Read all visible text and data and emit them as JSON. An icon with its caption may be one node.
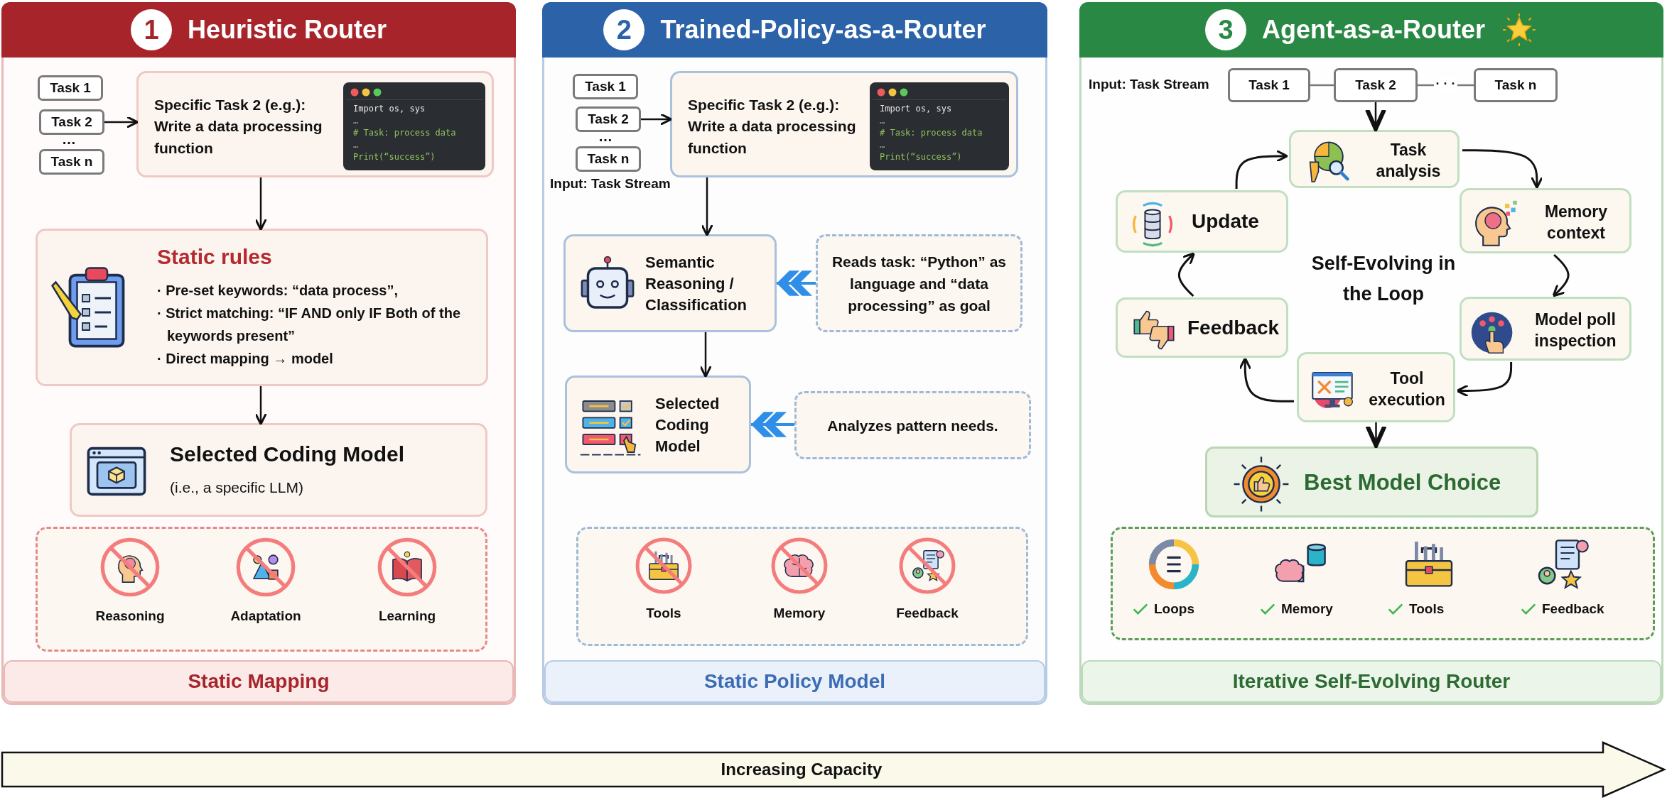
{
  "diagram": {
    "nodes": [
      {
        "text": [
          "1",
          "Heuristic Router"
        ]
      },
      {
        "text": [
          "Task 1"
        ],
        "in": 0
      },
      {
        "text": [
          "Task 2"
        ],
        "in": 0
      },
      {
        "text": [
          "Task n"
        ],
        "in": 0
      },
      {
        "text": [
          "Specific Task 2 (e.g.): Write a data processing function"
        ],
        "in": 0
      },
      {
        "text": [
          "Import os, sys",
          "…",
          "# Task: process data",
          "…",
          "Print(“success”)"
        ],
        "in": 4
      },
      {
        "text": [
          "Static rules",
          "· Pre-set keywords: “data process”,",
          "· Strict matching: “IF AND only IF Both of the keywords present”",
          "· Direct mapping → model"
        ],
        "in": 0
      },
      {
        "text": [
          "Selected Coding Model",
          "(i.e., a specific LLM)"
        ],
        "in": 0
      },
      {
        "text": [
          "Reasoning",
          "Adaptation",
          "Learning"
        ],
        "in": 0
      },
      {
        "text": [
          "Static Mapping"
        ],
        "in": 0
      },
      {
        "text": [
          "2",
          "Trained-Policy-as-a-Router"
        ]
      },
      {
        "text": [
          "Task 1"
        ],
        "in": 10
      },
      {
        "text": [
          "Task 2"
        ],
        "in": 10
      },
      {
        "text": [
          "Task n"
        ],
        "in": 10
      },
      {
        "text": [
          "Specific Task 2 (e.g.): Write a data processing function"
        ],
        "in": 10
      },
      {
        "text": [
          "Import os, sys",
          "…",
          "# Task: process data",
          "…",
          "Print(“success”)"
        ],
        "in": 14
      },
      {
        "text": [
          "Semantic Reasoning / Classification"
        ],
        "in": 10
      },
      {
        "text": [
          "Reads task: “Python” as language and “data processing” as goal"
        ],
        "in": 10
      },
      {
        "text": [
          "Selected Coding Model"
        ],
        "in": 10
      },
      {
        "text": [
          "Analyzes pattern needs."
        ],
        "in": 10
      },
      {
        "text": [
          "Tools",
          "Memory",
          "Feedback"
        ],
        "in": 10
      },
      {
        "text": [
          "Static Policy Model"
        ],
        "in": 10
      },
      {
        "text": [
          "3",
          "Agent-as-a-Router"
        ]
      },
      {
        "text": [
          "Task 1"
        ],
        "in": 22
      },
      {
        "text": [
          "Task 2"
        ],
        "in": 22
      },
      {
        "text": [
          "Task n"
        ],
        "in": 22
      },
      {
        "text": [
          "Task analysis"
        ],
        "in": 22
      },
      {
        "text": [
          "Memory context"
        ],
        "in": 22
      },
      {
        "text": [
          "Model poll inspection"
        ],
        "in": 22
      },
      {
        "text": [
          "Tool execution"
        ],
        "in": 22
      },
      {
        "text": [
          "Feedback"
        ],
        "in": 22
      },
      {
        "text": [
          "Update"
        ],
        "in": 22
      },
      {
        "text": [
          "Best Model Choice"
        ],
        "in": 22
      },
      {
        "text": [
          "Loops",
          "Memory",
          "Tools",
          "Feedback"
        ],
        "in": 22
      },
      {
        "text": [
          "Iterative Self-Evolving Router"
        ],
        "in": 22
      },
      {
        "text": [
          "Increasing Capacity"
        ]
      }
    ],
    "edges": [
      {
        "from": 2,
        "to": 4,
        "arrow": "to"
      },
      {
        "from": 4,
        "to": 6,
        "arrow": "to"
      },
      {
        "from": 6,
        "to": 7,
        "arrow": "to"
      },
      {
        "from": 12,
        "to": 14,
        "arrow": "to"
      },
      {
        "from": 14,
        "to": 16,
        "arrow": "to"
      },
      {
        "from": 17,
        "to": 16,
        "arrow": "to",
        "color": "#2f8fe8"
      },
      {
        "from": 16,
        "to": 18,
        "arrow": "to"
      },
      {
        "from": 19,
        "to": 18,
        "arrow": "to",
        "color": "#2f8fe8"
      },
      {
        "from": 23,
        "to": 24,
        "arrow": "none",
        "color": "#7a7a7a"
      },
      {
        "from": 24,
        "to": 25,
        "arrow": "none",
        "color": "#7a7a7a",
        "label": "· · ·"
      },
      {
        "from": 24,
        "to": 26,
        "arrow": "to"
      },
      {
        "from": 26,
        "to": 27,
        "arrow": "to"
      },
      {
        "from": 27,
        "to": 28,
        "arrow": "to"
      },
      {
        "from": 28,
        "to": 29,
        "arrow": "to"
      },
      {
        "from": 29,
        "to": 30,
        "arrow": "to"
      },
      {
        "from": 30,
        "to": 31,
        "arrow": "to"
      },
      {
        "from": 31,
        "to": 26,
        "arrow": "to"
      },
      {
        "from": 29,
        "to": 32,
        "arrow": "to"
      }
    ],
    "labels": [
      "…",
      "…",
      "Input: Task Stream",
      "Input: Task Stream",
      "Self-Evolving in the Loop"
    ]
  }
}
